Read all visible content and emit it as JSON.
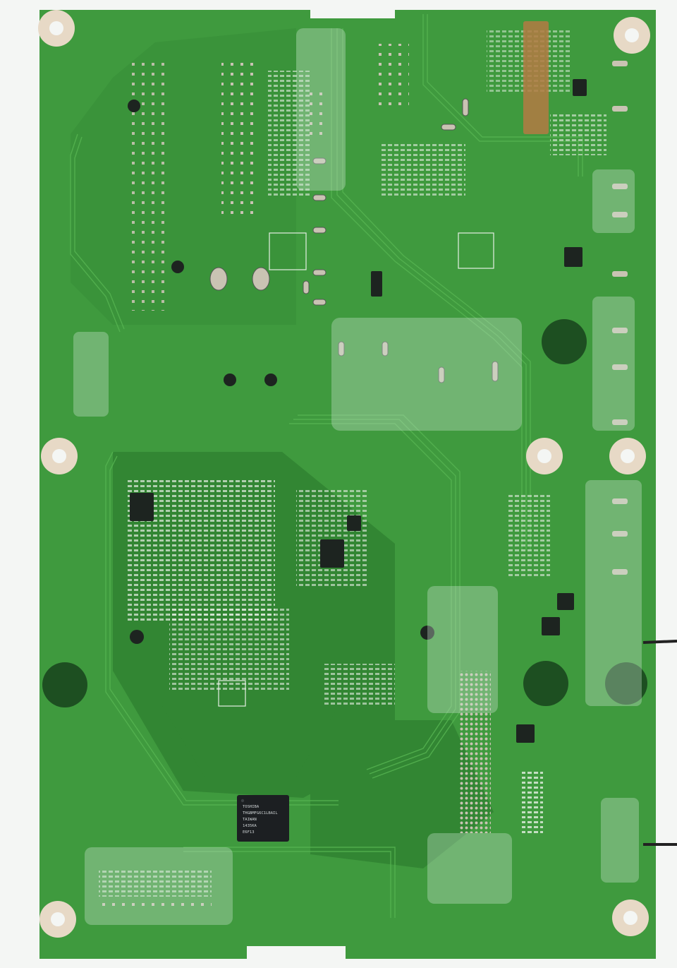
{
  "photo": {
    "subject": "pcb-board-back",
    "colors": {
      "background": "#f4f6f4",
      "board": "#3f9a3e",
      "board_dark": "#2f7f30",
      "trace": "#4fae4b",
      "copper_pad": "#c9c3b3",
      "silkscreen": "#e6efe4",
      "hole_dark": "#1d4f21",
      "standoff": "#e7d9c6",
      "chip": "#1c1f22",
      "tape": "#cfe6d3",
      "cable": "#222222"
    },
    "chip_label": {
      "brand": "TOSHIBA",
      "line1": "THGBMFG6C1LBAIL",
      "line2": "TAIWAN",
      "line3": "1435KA",
      "line4": "E6F13"
    }
  }
}
